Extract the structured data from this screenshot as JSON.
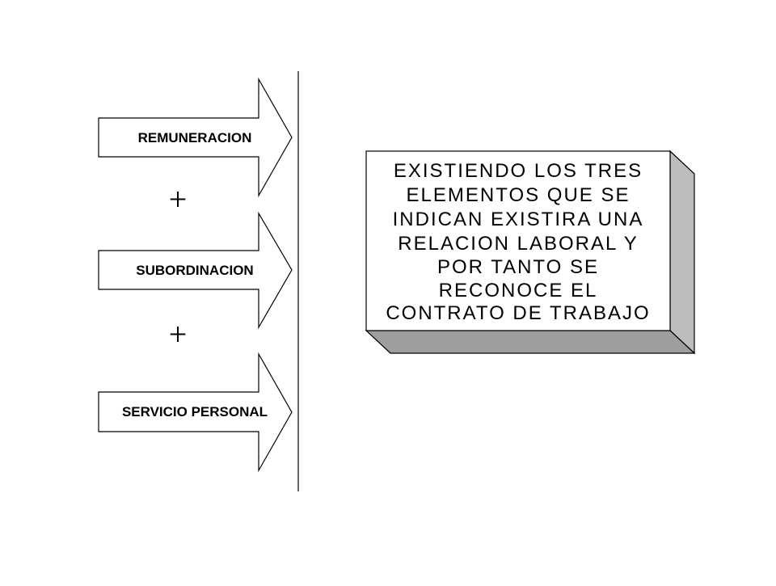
{
  "diagram": {
    "arrows": [
      {
        "label": "REMUNERACION"
      },
      {
        "label": "SUBORDINACION"
      },
      {
        "label": "SERVICIO PERSONAL"
      }
    ],
    "operators": [
      "+",
      "+"
    ],
    "result_box": {
      "lines": [
        "EXISTIENDO LOS TRES",
        "ELEMENTOS QUE SE",
        "INDICAN EXISTIRA UNA",
        "RELACION LABORAL Y",
        "POR TANTO SE",
        "RECONOCE EL",
        "CONTRATO DE TRABAJO"
      ]
    }
  }
}
